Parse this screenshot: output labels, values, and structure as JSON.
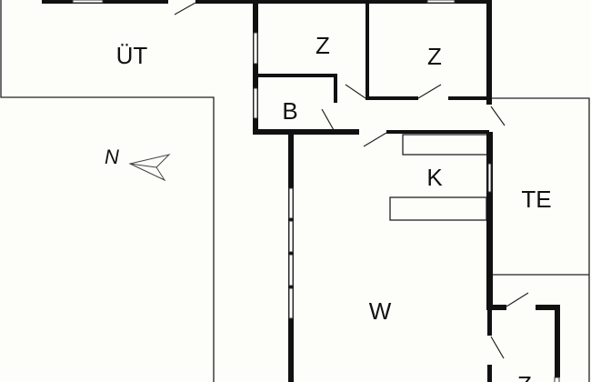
{
  "floor_plan": {
    "rooms": {
      "terrace": "ÜT",
      "room_1": "Z",
      "room_2": "Z",
      "bathroom": "B",
      "kitchen": "K",
      "terrace_2": "TE",
      "living": "W",
      "room_3": "Z"
    },
    "compass_label": "N"
  }
}
